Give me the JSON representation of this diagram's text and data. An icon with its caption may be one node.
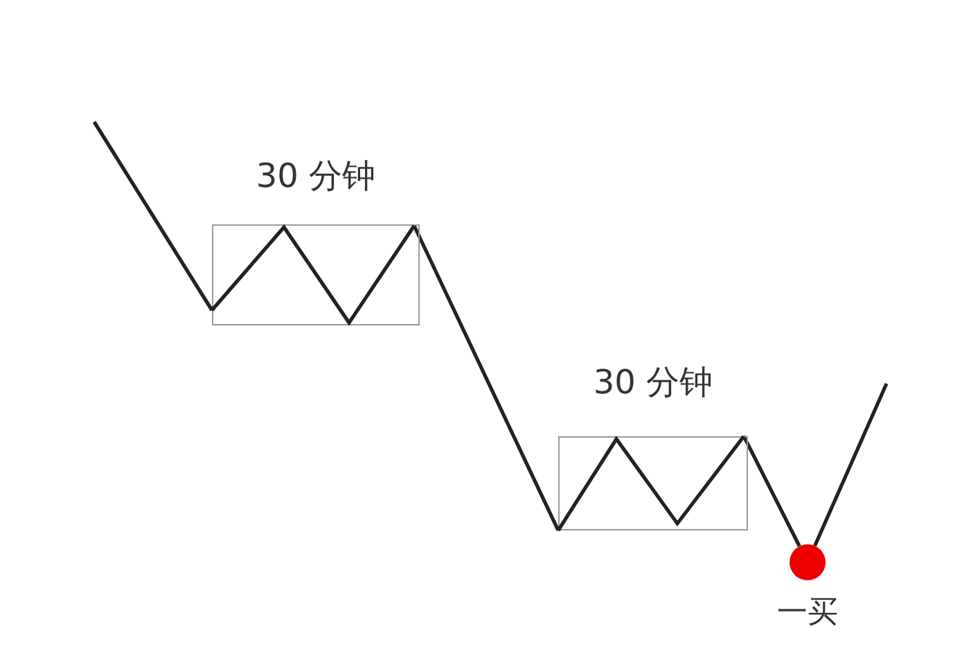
{
  "diagram": {
    "nodes": [
      {
        "text": [
          "30 分钟"
        ]
      },
      {
        "text": [
          "30 分钟"
        ]
      },
      {
        "text": [
          "一买"
        ]
      }
    ],
    "edges": [
      {
        "from": null,
        "to": 0,
        "arrow": "none"
      },
      {
        "from": 0,
        "to": 1,
        "arrow": "none"
      },
      {
        "from": 1,
        "to": 2,
        "arrow": "none"
      },
      {
        "from": 2,
        "to": null,
        "arrow": "none"
      }
    ]
  }
}
